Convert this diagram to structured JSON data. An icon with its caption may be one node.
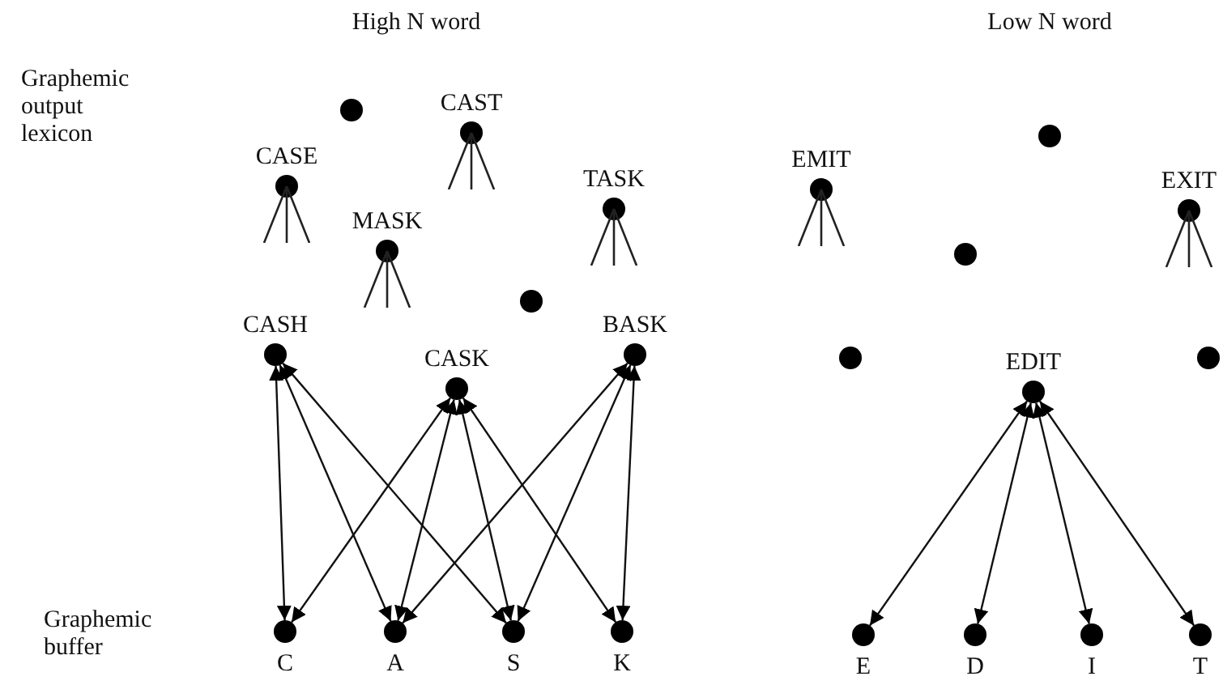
{
  "diagram": {
    "nodes": [
      {
        "text": [],
        "shape": "circle"
      },
      {
        "text": [
          "CAST"
        ]
      },
      {
        "text": [
          "CASE"
        ]
      },
      {
        "text": [
          "TASK"
        ]
      },
      {
        "text": [
          "MASK"
        ]
      },
      {
        "text": [],
        "shape": "circle"
      },
      {
        "text": [
          "CASH"
        ]
      },
      {
        "text": [
          "BASK"
        ]
      },
      {
        "text": [
          "CASK"
        ]
      },
      {
        "text": [],
        "shape": "circle"
      },
      {
        "text": [
          "EMIT"
        ]
      },
      {
        "text": [
          "EXIT"
        ]
      },
      {
        "text": [],
        "shape": "circle"
      },
      {
        "text": [],
        "shape": "circle"
      },
      {
        "text": [
          "EDIT"
        ]
      },
      {
        "text": [],
        "shape": "circle"
      },
      {
        "text": [
          "C"
        ]
      },
      {
        "text": [
          "A"
        ]
      },
      {
        "text": [
          "S"
        ]
      },
      {
        "text": [
          "K"
        ]
      },
      {
        "text": [
          "E"
        ]
      },
      {
        "text": [
          "D"
        ]
      },
      {
        "text": [
          "I"
        ]
      },
      {
        "text": [
          "T"
        ]
      }
    ],
    "edges": [
      {
        "from": 6,
        "to": 16,
        "arrow": "both"
      },
      {
        "from": 6,
        "to": 17,
        "arrow": "both"
      },
      {
        "from": 6,
        "to": 18,
        "arrow": "both"
      },
      {
        "from": 8,
        "to": 16,
        "arrow": "both"
      },
      {
        "from": 8,
        "to": 17,
        "arrow": "both"
      },
      {
        "from": 8,
        "to": 18,
        "arrow": "both"
      },
      {
        "from": 8,
        "to": 19,
        "arrow": "both"
      },
      {
        "from": 7,
        "to": 17,
        "arrow": "both"
      },
      {
        "from": 7,
        "to": 18,
        "arrow": "both"
      },
      {
        "from": 7,
        "to": 19,
        "arrow": "both"
      },
      {
        "from": 14,
        "to": 20,
        "arrow": "both"
      },
      {
        "from": 14,
        "to": 21,
        "arrow": "both"
      },
      {
        "from": 14,
        "to": 22,
        "arrow": "both"
      },
      {
        "from": 14,
        "to": 23,
        "arrow": "both"
      }
    ],
    "labels": [
      "High N word",
      "Low N word",
      "Graphemic output lexicon",
      "Graphemic buffer"
    ]
  }
}
